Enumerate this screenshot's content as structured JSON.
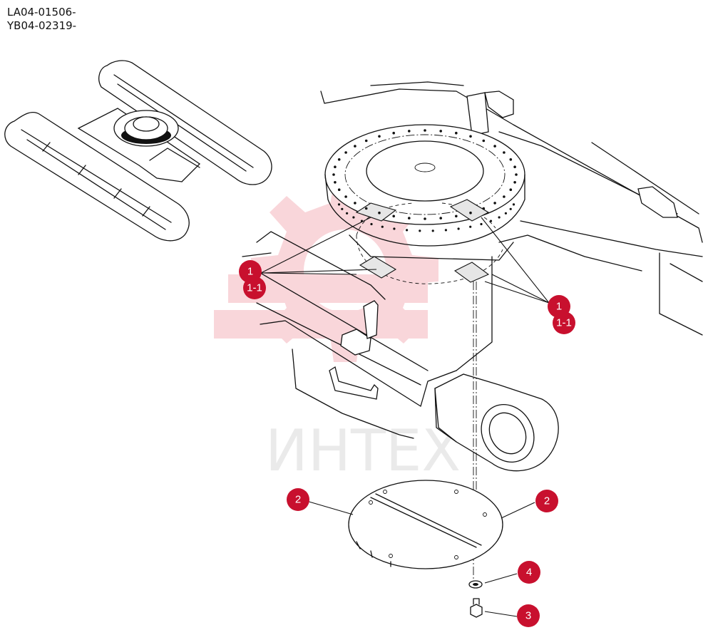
{
  "header": {
    "line1": "LA04-01506-",
    "line2": "YB04-02319-"
  },
  "watermark": {
    "text": "ИНТЕХ",
    "color": "#f5b5bd"
  },
  "callouts": [
    {
      "id": "c1a",
      "label": "1"
    },
    {
      "id": "c11a",
      "label": "1-1"
    },
    {
      "id": "c1b",
      "label": "1"
    },
    {
      "id": "c11b",
      "label": "1-1"
    },
    {
      "id": "c2a",
      "label": "2"
    },
    {
      "id": "c2b",
      "label": "2"
    },
    {
      "id": "c4",
      "label": "4"
    },
    {
      "id": "c3",
      "label": "3"
    }
  ],
  "colors": {
    "callout": "#c8102e",
    "line": "#111111"
  }
}
